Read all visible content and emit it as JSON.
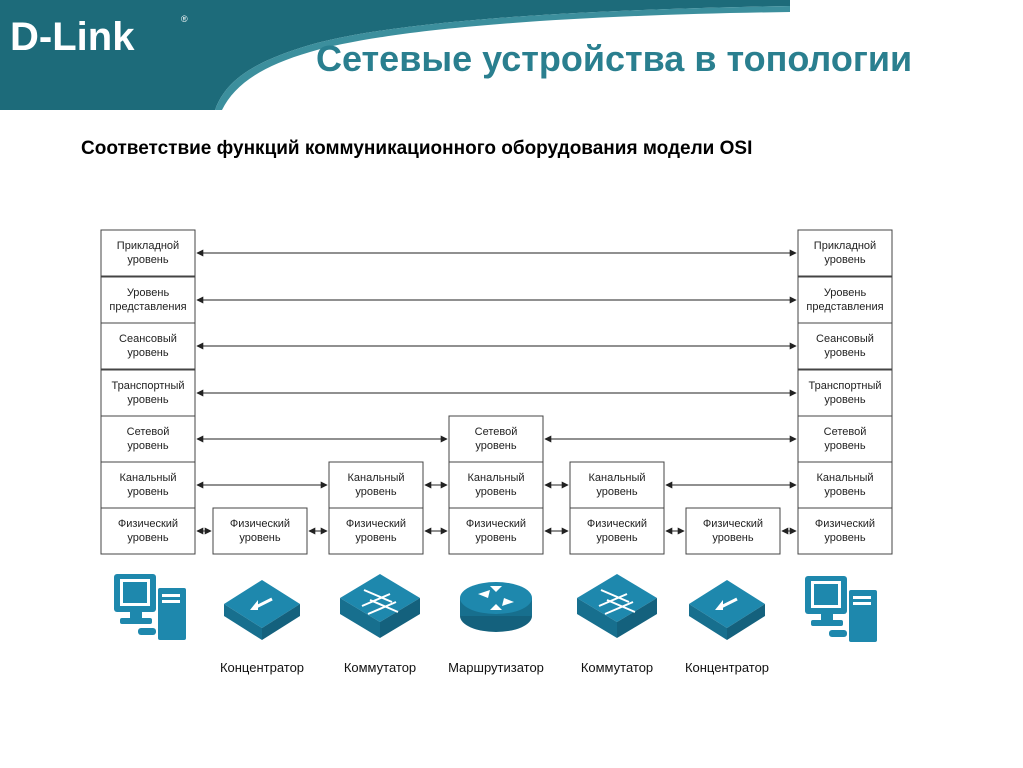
{
  "header": {
    "logo_text": "D-Link",
    "title": "Сетевые устройства в топологии",
    "subtitle": "Соответствие функций коммуникационного оборудования модели OSI"
  },
  "colors": {
    "banner": "#1d6b7a",
    "title": "#2a7f8f",
    "icon": "#1e88ad"
  },
  "layers": {
    "application": [
      "Прикладной",
      "уровень"
    ],
    "presentation": [
      "Уровень",
      "представления"
    ],
    "session": [
      "Сеансовый",
      "уровень"
    ],
    "transport": [
      "Транспортный",
      "уровень"
    ],
    "network": [
      "Сетевой",
      "уровень"
    ],
    "datalink": [
      "Канальный",
      "уровень"
    ],
    "physical": [
      "Физический",
      "уровень"
    ]
  },
  "columns": [
    {
      "id": "host-left",
      "layers": [
        "application",
        "presentation",
        "session",
        "transport",
        "network",
        "datalink",
        "physical"
      ],
      "icon": "computer-icon",
      "label": ""
    },
    {
      "id": "hub-left",
      "layers": [
        "physical"
      ],
      "icon": "hub-icon",
      "label": "Концентратор"
    },
    {
      "id": "switch-left",
      "layers": [
        "datalink",
        "physical"
      ],
      "icon": "switch-icon",
      "label": "Коммутатор"
    },
    {
      "id": "router",
      "layers": [
        "network",
        "datalink",
        "physical"
      ],
      "icon": "router-icon",
      "label": "Маршрутизатор"
    },
    {
      "id": "switch-right",
      "layers": [
        "datalink",
        "physical"
      ],
      "icon": "switch-icon",
      "label": "Коммутатор"
    },
    {
      "id": "hub-right",
      "layers": [
        "physical"
      ],
      "icon": "hub-icon",
      "label": "Концентратор"
    },
    {
      "id": "host-right",
      "layers": [
        "application",
        "presentation",
        "session",
        "transport",
        "network",
        "datalink",
        "physical"
      ],
      "icon": "computer-icon",
      "label": ""
    }
  ]
}
